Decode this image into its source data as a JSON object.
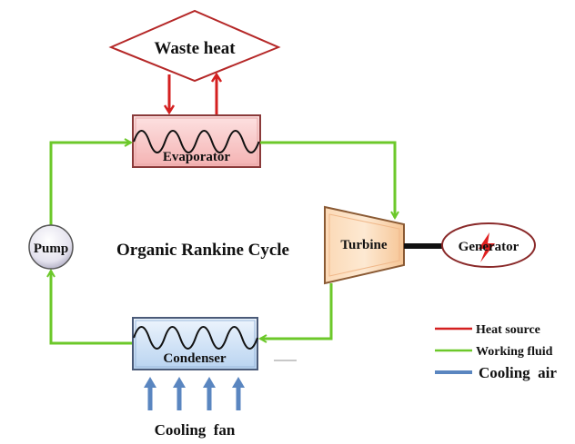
{
  "title": "Organic Rankine Cycle",
  "components": {
    "waste_heat": "Waste heat",
    "evaporator": "Evaporator",
    "turbine": "Turbine",
    "generator": "Generator",
    "pump": "Pump",
    "condenser": "Condenser",
    "cooling_fan": "Cooling  fan"
  },
  "legend": {
    "items": [
      {
        "label": "Heat source",
        "color": "#d42020"
      },
      {
        "label": "Working fluid",
        "color": "#6cc82a"
      },
      {
        "label": "Cooling  air",
        "color": "#5a86c0"
      }
    ]
  },
  "colors": {
    "heat": "#d42020",
    "fluid": "#6cc82a",
    "air": "#5a86c0"
  }
}
